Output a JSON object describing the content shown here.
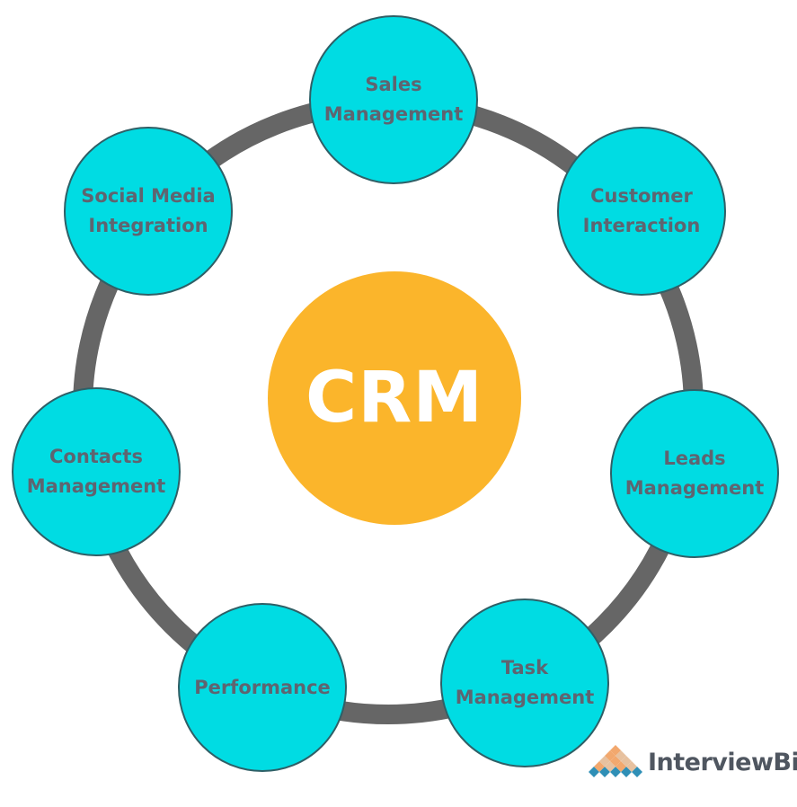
{
  "diagram": {
    "center_label": "CRM",
    "nodes": [
      {
        "id": "sales",
        "label": "Sales\nManagement"
      },
      {
        "id": "customer",
        "label": "Customer\nInteraction"
      },
      {
        "id": "leads",
        "label": "Leads\nManagement"
      },
      {
        "id": "task",
        "label": "Task\nManagement"
      },
      {
        "id": "performance",
        "label": "Performance"
      },
      {
        "id": "contacts",
        "label": "Contacts\nManagement"
      },
      {
        "id": "social",
        "label": "Social Media\nIntegration"
      }
    ]
  },
  "branding": {
    "logo_text": "InterviewBit"
  },
  "colors": {
    "ring": "#666666",
    "node_fill": "#00dce3",
    "node_border": "#2f5f66",
    "node_text": "#5f6470",
    "center_fill": "#fbb52b",
    "center_text": "#ffffff",
    "logo_text": "#4f5660"
  }
}
